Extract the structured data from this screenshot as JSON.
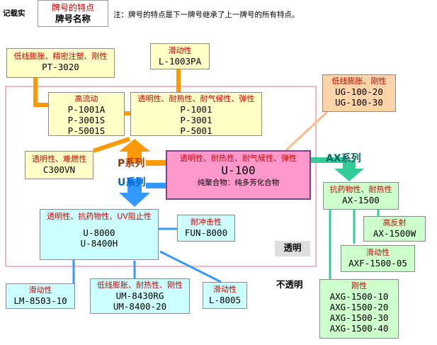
{
  "header": {
    "prefix": "记载实",
    "legend_feature": "牌号的特点",
    "legend_name": "牌号名称",
    "note": "注：牌号的特点是下一牌号继承了上一牌号的所有特点。"
  },
  "series_labels": {
    "p": "P系列",
    "u": "U系列",
    "ax": "AX系列"
  },
  "region_labels": {
    "transparent": "透明",
    "opaque": "不透明"
  },
  "center": {
    "feature": "透明性、耐热性、耐气候性、弹性",
    "name": "U-100",
    "sub": "纯聚合物：纯多芳化合物"
  },
  "boxes": {
    "pt3020": {
      "feature": "低线膨胀、精密注塑、刚性",
      "names": [
        "PT-3020"
      ]
    },
    "l1003pa": {
      "feature": "滑动性",
      "names": [
        "L-1003PA"
      ]
    },
    "pflow": {
      "feature": "高流动",
      "names": [
        "P-1001A",
        "P-3001S",
        "P-5001S"
      ]
    },
    "p1001": {
      "feature": "透明性、耐热性、耐气候性、弹性",
      "names": [
        "P-1001",
        "P-3001",
        "P-5001"
      ]
    },
    "c300vn": {
      "feature": "透明性、难燃性",
      "names": [
        "C300VN"
      ]
    },
    "ug100": {
      "feature": "低线膨胀、刚性",
      "names": [
        "UG-100-20",
        "UG-100-30"
      ]
    },
    "u8000": {
      "feature": "透明性、抗药物性、UV阻止性",
      "names": [
        "U-8000",
        "U-8400H"
      ]
    },
    "fun8000": {
      "feature": "耐冲击性",
      "names": [
        "FUN-8000"
      ]
    },
    "lm8503": {
      "feature": "滑动性",
      "names": [
        "LM-8503-10"
      ]
    },
    "um8430": {
      "feature": "低线膨胀、耐热性、刚性",
      "names": [
        "UM-8430RG",
        "UM-8400-20"
      ]
    },
    "l8005": {
      "feature": "滑动性",
      "names": [
        "L-8005"
      ]
    },
    "ax1500": {
      "feature": "抗药物性、耐热性",
      "names": [
        "AX-1500"
      ]
    },
    "ax1500w": {
      "feature": "高反射",
      "names": [
        "AX-1500W"
      ]
    },
    "axf1500": {
      "feature": "滑动性",
      "names": [
        "AXF-1500-05"
      ]
    },
    "axg1500": {
      "feature": "刚性",
      "names": [
        "AXG-1500-10",
        "AXG-1500-20",
        "AXG-1500-30",
        "AXG-1500-40"
      ]
    }
  },
  "colors": {
    "orange_arrow": "#ff9900",
    "blue_arrow": "#3399ff",
    "green_arrow": "#33cc99",
    "light_orange_line": "#ffbb88",
    "p_label": "#993300",
    "u_label": "#0066cc",
    "ax_label": "#006666"
  },
  "icons": {
    "p_arrow": "arrow-up-icon",
    "u_arrow": "arrow-down-icon",
    "ax_arrow": "arrow-down-icon"
  }
}
